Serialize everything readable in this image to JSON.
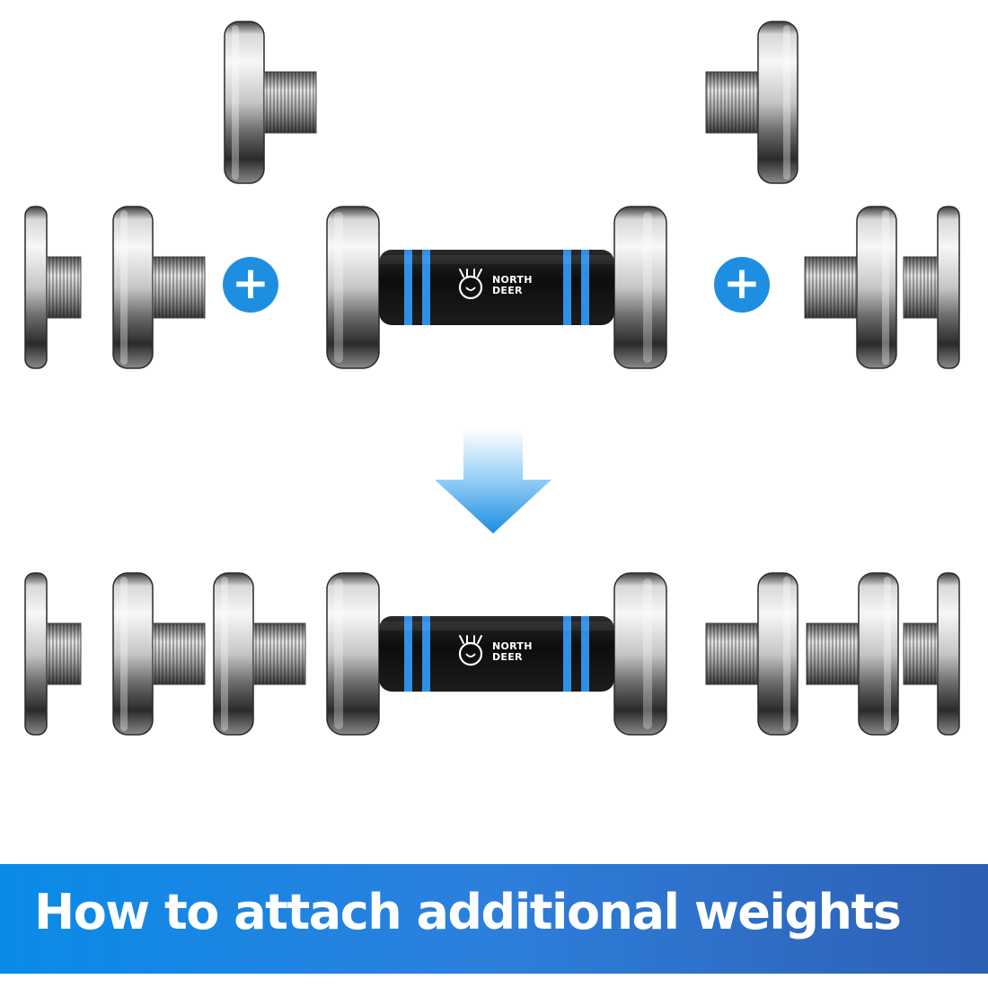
{
  "colors": {
    "accent": "#1e8fe0",
    "banner_gradient": [
      "#0a8be8",
      "#2d7fdc",
      "#2e5fb4"
    ],
    "grip_dark": "#101010",
    "grip_stripe": "#2f8fe6",
    "steel_light": "#f4f4f4",
    "steel_dark": "#2a2a2a"
  },
  "plus_badges": [
    {
      "symbol": "+",
      "side": "left"
    },
    {
      "symbol": "+",
      "side": "right"
    }
  ],
  "dumbbell_handle": {
    "brand_lines": [
      "NORTH",
      "DEER"
    ],
    "logo_icon": "deer-head-icon"
  },
  "arrow_icon": "arrow-down-icon",
  "caption": {
    "text": "How to attach additional weights"
  }
}
